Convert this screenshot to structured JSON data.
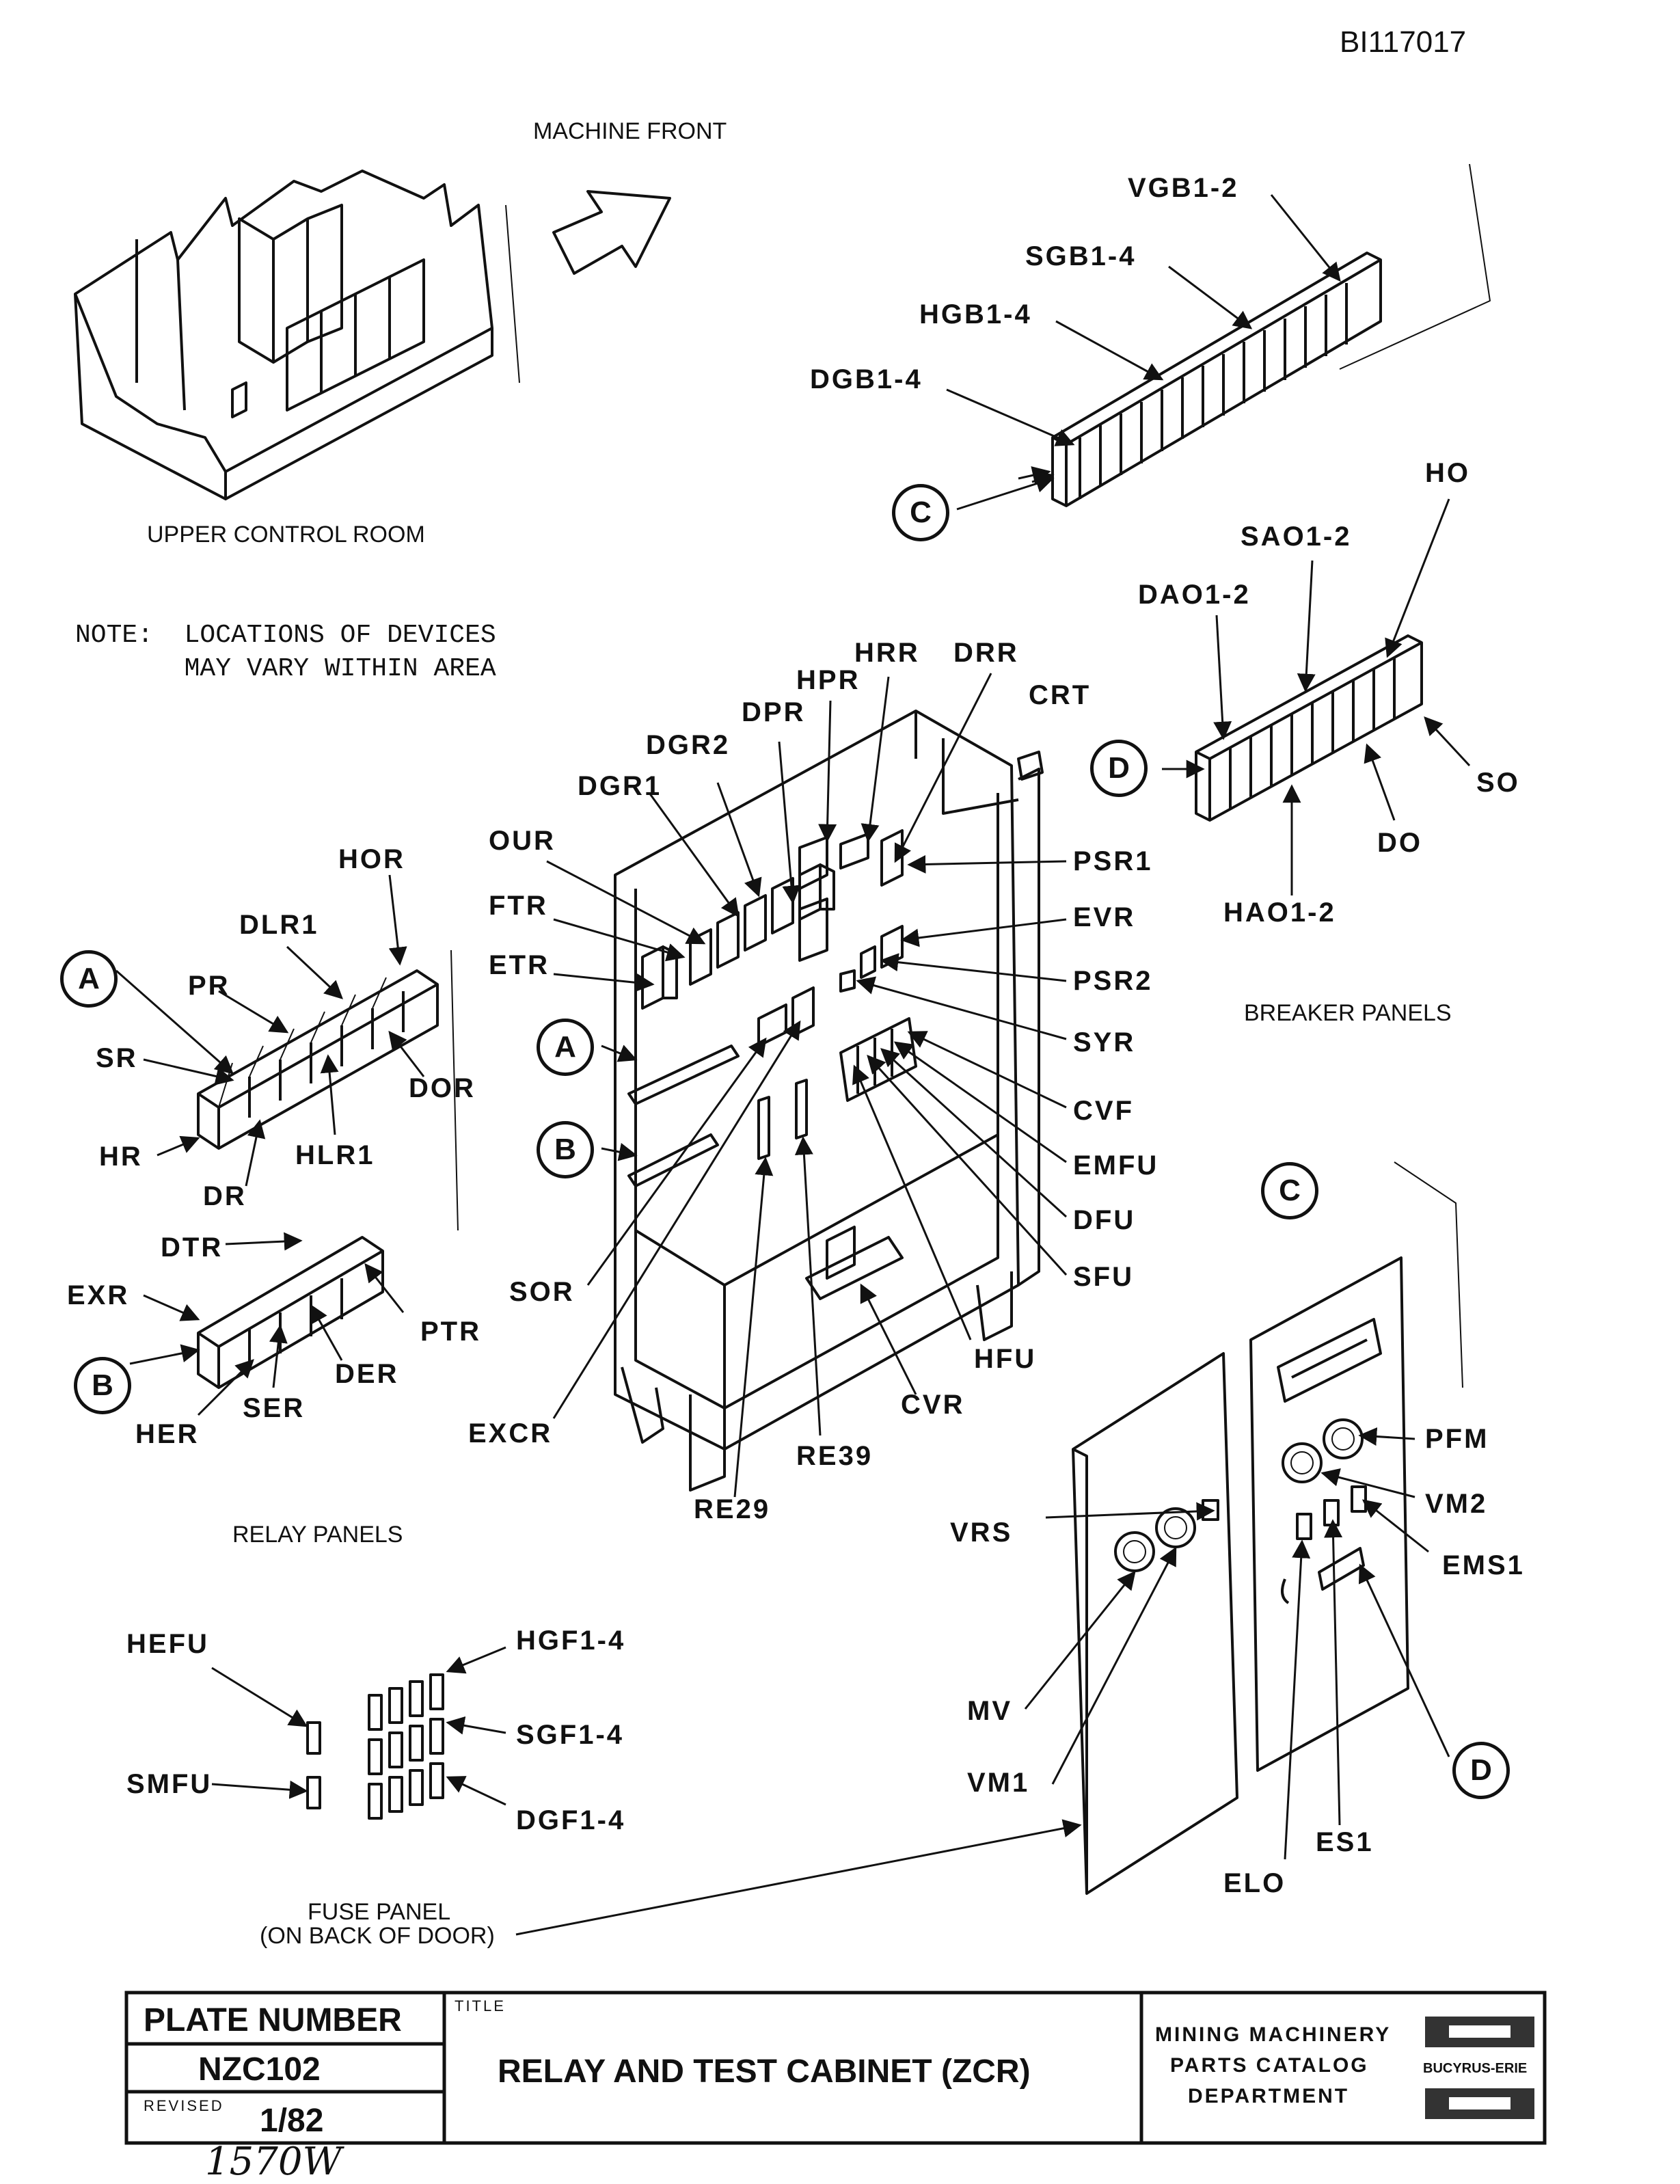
{
  "doc_id": "BI117017",
  "view_labels": {
    "machine_front": "MACHINE FRONT",
    "upper_control_room": "UPPER CONTROL ROOM",
    "relay_panels": "RELAY PANELS",
    "breaker_panels": "BREAKER PANELS",
    "fuse_panel_line1": "FUSE PANEL",
    "fuse_panel_line2": "(ON BACK OF DOOR)"
  },
  "note": {
    "line1": "NOTE:  LOCATIONS OF DEVICES",
    "line2": "       MAY VARY WITHIN AREA"
  },
  "callouts": {
    "a": "A",
    "b": "B",
    "c": "C",
    "d": "D"
  },
  "labels": {
    "vgb": "VGB1-2",
    "sgb": "SGB1-4",
    "hgb": "HGB1-4",
    "dgb": "DGB1-4",
    "ho": "HO",
    "sao": "SAO1-2",
    "dao": "DAO1-2",
    "so": "SO",
    "do": "DO",
    "hao": "HAO1-2",
    "hrr": "HRR",
    "drr": "DRR",
    "hpr": "HPR",
    "dpr": "DPR",
    "crt": "CRT",
    "dgr2": "DGR2",
    "dgr1": "DGR1",
    "our": "OUR",
    "ftr": "FTR",
    "etr": "ETR",
    "psr1": "PSR1",
    "evr": "EVR",
    "psr2": "PSR2",
    "syr": "SYR",
    "cvf": "CVF",
    "emfu": "EMFU",
    "dfu": "DFU",
    "sfu": "SFU",
    "hfu": "HFU",
    "cvr": "CVR",
    "re39": "RE39",
    "re29": "RE29",
    "excr": "EXCR",
    "sor": "SOR",
    "hor": "HOR",
    "dlr1": "DLR1",
    "pr": "PR",
    "sr": "SR",
    "hr": "HR",
    "hlr1": "HLR1",
    "dor": "DOR",
    "dr": "DR",
    "dtr": "DTR",
    "exr": "EXR",
    "ptr": "PTR",
    "der": "DER",
    "ser": "SER",
    "her": "HER",
    "hefu": "HEFU",
    "smfu": "SMFU",
    "hgf": "HGF1-4",
    "sgf": "SGF1-4",
    "dgf": "DGF1-4",
    "vrs": "VRS",
    "mv": "MV",
    "vm1": "VM1",
    "pfm": "PFM",
    "vm2": "VM2",
    "ems1": "EMS1",
    "es1": "ES1",
    "elo": "ELO"
  },
  "title_block": {
    "plate_number_label": "PLATE NUMBER",
    "plate_number": "NZC102",
    "revised_label": "REVISED",
    "revised": "1/82",
    "title_label": "TITLE",
    "title": "RELAY AND TEST CABINET (ZCR)",
    "dept_line1": "MINING MACHINERY",
    "dept_line2": "PARTS CATALOG",
    "dept_line3": "DEPARTMENT",
    "logo_text": "BUCYRUS-ERIE"
  },
  "handwritten": "1570W"
}
